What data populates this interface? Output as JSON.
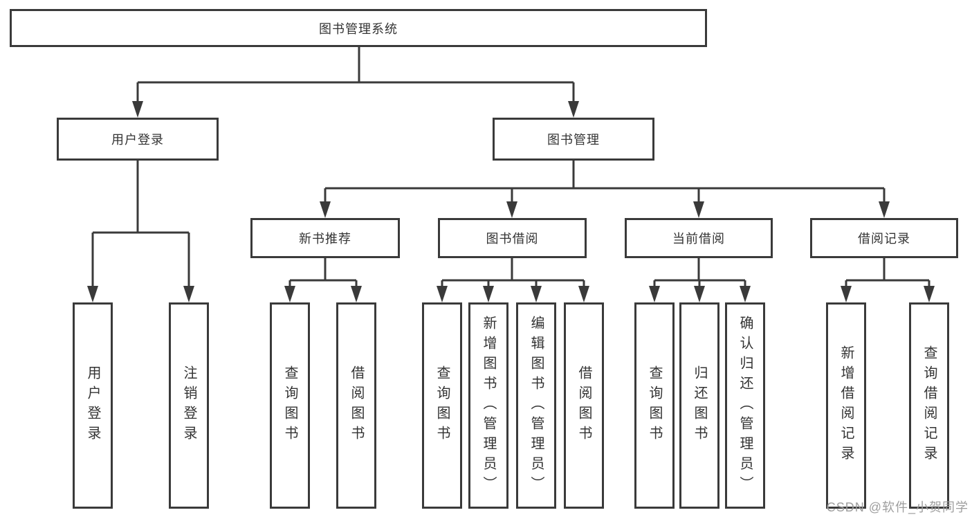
{
  "diagram_title": "图书管理系统",
  "tree": {
    "label": "图书管理系统",
    "children": [
      {
        "label": "用户登录",
        "children": [
          {
            "label": "用户登录"
          },
          {
            "label": "注销登录"
          }
        ]
      },
      {
        "label": "图书管理",
        "children": [
          {
            "label": "新书推荐",
            "children": [
              {
                "label": "查询图书"
              },
              {
                "label": "借阅图书"
              }
            ]
          },
          {
            "label": "图书借阅",
            "children": [
              {
                "label": "查询图书"
              },
              {
                "label": "新增图书（管理员）"
              },
              {
                "label": "编辑图书（管理员）"
              },
              {
                "label": "借阅图书"
              }
            ]
          },
          {
            "label": "当前借阅",
            "children": [
              {
                "label": "查询图书"
              },
              {
                "label": "归还图书"
              },
              {
                "label": "确认归还（管理员）"
              }
            ]
          },
          {
            "label": "借阅记录",
            "children": [
              {
                "label": "新增借阅记录"
              },
              {
                "label": "查询借阅记录"
              }
            ]
          }
        ]
      }
    ]
  },
  "watermark": "CSDN @软件_小贺同学",
  "colors": {
    "line": "#3a3a3a",
    "text": "#333333",
    "watermark": "#9e9e9e",
    "background": "#ffffff"
  }
}
